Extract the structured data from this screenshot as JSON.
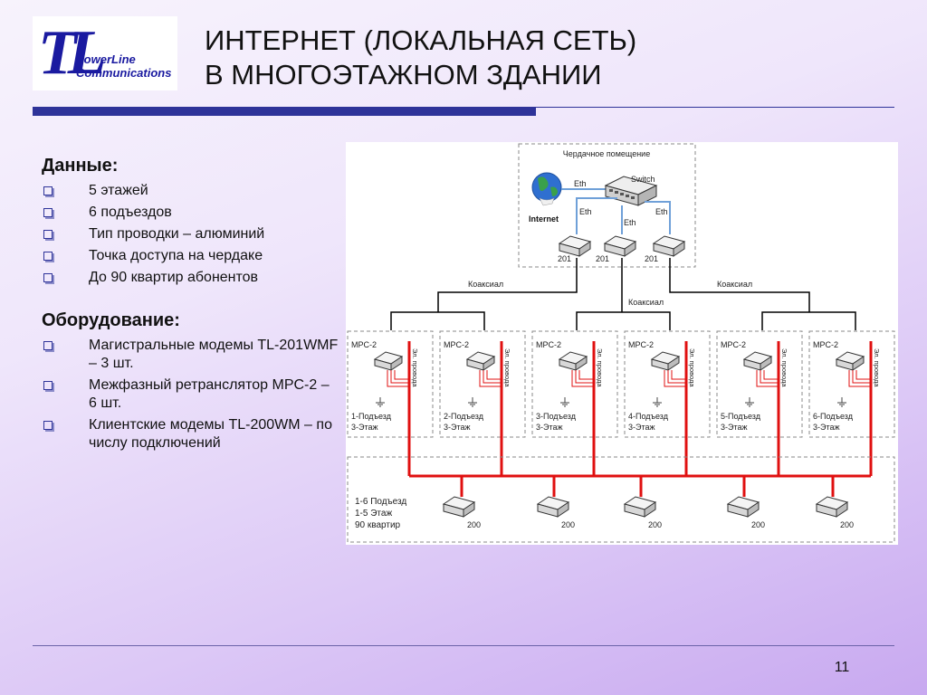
{
  "logo": {
    "tl": "TL",
    "line1": "PowerLine",
    "line2": "Communications"
  },
  "title": {
    "line1": "ИНТЕРНЕТ (ЛОКАЛЬНАЯ СЕТЬ)",
    "line2": "В МНОГОЭТАЖНОМ ЗДАНИИ"
  },
  "data_section": {
    "heading": "Данные:",
    "items": [
      "5 этажей",
      "6 подъездов",
      "Тип проводки – алюминий",
      "Точка доступа на чердаке",
      "До 90 квартир абонентов"
    ]
  },
  "equipment_section": {
    "heading": "Оборудование:",
    "items": [
      "Магистральные модемы TL-201WMF – 3 шт.",
      "Межфазный ретранслятор MPC-2 – 6 шт.",
      "Клиентские модемы TL-200WM – по числу подключений"
    ]
  },
  "diagram": {
    "attic_label": "Чердачное помещение",
    "internet_label": "Internet",
    "switch_label": "Switch",
    "eth_label": "Eth",
    "modem201_label": "201",
    "coax_label": "Коаксиал",
    "mpc_label": "MPC-2",
    "wires_label": "Эл. провода",
    "entrances": [
      {
        "line1": "1-Подъезд",
        "line2": "3-Этаж"
      },
      {
        "line1": "2-Подъезд",
        "line2": "3-Этаж"
      },
      {
        "line1": "3-Подъезд",
        "line2": "3-Этаж"
      },
      {
        "line1": "4-Подъезд",
        "line2": "3-Этаж"
      },
      {
        "line1": "5-Подъезд",
        "line2": "3-Этаж"
      },
      {
        "line1": "6-Подъезд",
        "line2": "3-Этаж"
      }
    ],
    "bottom_label": {
      "line1": "1-6 Подъезд",
      "line2": "1-5 Этаж",
      "line3": "90 квартир"
    },
    "client_label": "200",
    "colors": {
      "power": "#e01010",
      "coax": "#000000",
      "eth": "#6fa0d8",
      "border": "#8a8a8a"
    }
  },
  "page_number": "11"
}
